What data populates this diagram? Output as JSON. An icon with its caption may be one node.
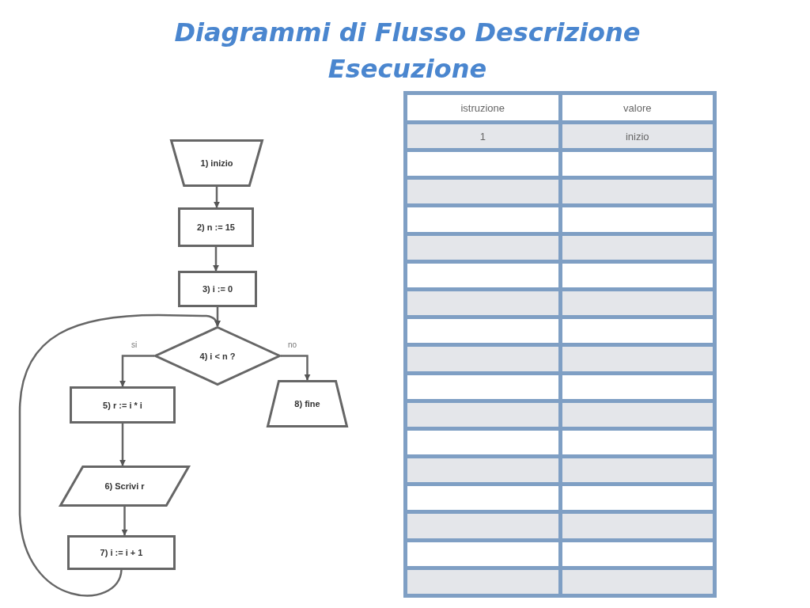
{
  "diagram": {
    "title": "Diagrammi di Flusso Descrizione Esecuzione",
    "nodes": [
      {
        "text": [
          "1) inizio"
        ]
      },
      {
        "text": [
          "2) n := 15"
        ]
      },
      {
        "text": [
          "3) i := 0"
        ]
      },
      {
        "text": [
          "4) i < n ?"
        ]
      },
      {
        "text": [
          "5) r := i * i"
        ]
      },
      {
        "text": [
          "6) Scrivi r"
        ]
      },
      {
        "text": [
          "7) i := i + 1"
        ]
      },
      {
        "text": [
          "8) fine"
        ]
      }
    ],
    "edges": [
      {
        "from": 0,
        "to": 1,
        "arrow": "to"
      },
      {
        "from": 1,
        "to": 2,
        "arrow": "to"
      },
      {
        "from": 2,
        "to": 3,
        "arrow": "to"
      },
      {
        "from": 3,
        "to": 4,
        "arrow": "to",
        "label": "si"
      },
      {
        "from": 3,
        "to": 7,
        "arrow": "to",
        "label": "no"
      },
      {
        "from": 4,
        "to": 5,
        "arrow": "to"
      },
      {
        "from": 5,
        "to": 6,
        "arrow": "to"
      },
      {
        "from": 6,
        "to": 3,
        "arrow": "to"
      }
    ],
    "labels": [
      "istruzione",
      "valore",
      "1",
      "inizio"
    ]
  }
}
